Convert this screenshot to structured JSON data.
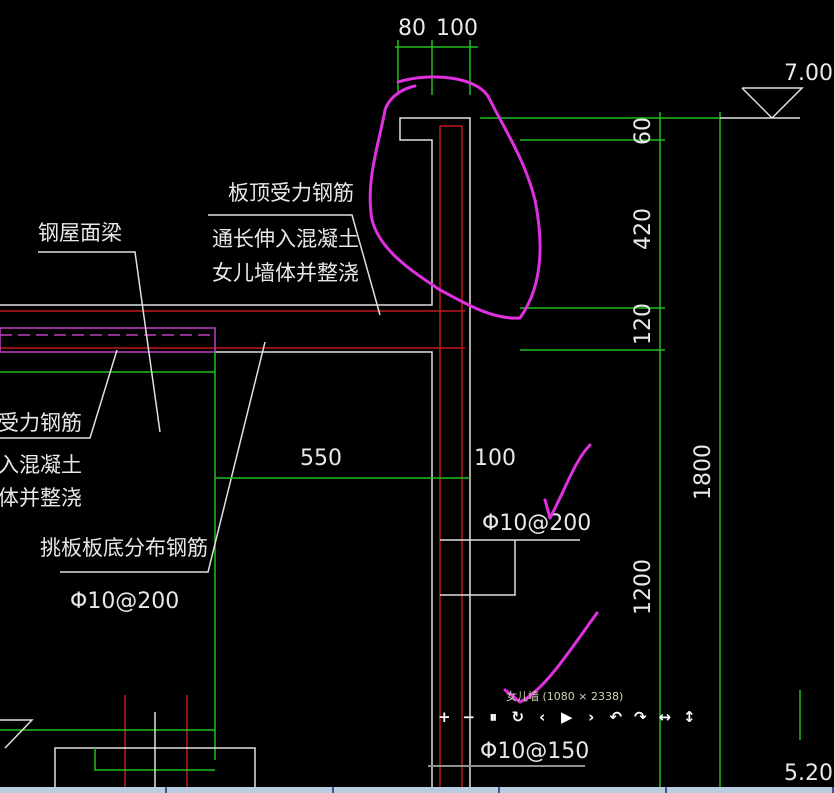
{
  "drawing": {
    "top_dim_a": "80",
    "top_dim_b": "100",
    "elevation_top": "7.00",
    "elevation_bottom": "5.20",
    "label_slab_top_rebar": "板顶受力钢筋",
    "label_extend_1": "通长伸入混凝土",
    "label_extend_2": "女儿墙体并整浇",
    "label_steel_roof_beam": "钢屋面梁",
    "label_left_rebar": "受力钢筋",
    "label_left_extend_1": "入混凝土",
    "label_left_extend_2": "体并整浇",
    "label_cantilever_bottom": "挑板板底分布钢筋",
    "spec_left": "Φ10@200",
    "dim_550": "550",
    "dim_100": "100",
    "spec_wall": "Φ10@200",
    "spec_bottom": "Φ10@150",
    "dim_60": "60",
    "dim_420": "420",
    "dim_120": "120",
    "dim_1200": "1200",
    "dim_1800": "1800"
  },
  "viewer": {
    "caption": "女儿墙 (1080 × 2338)",
    "toolbar": [
      "+",
      "−",
      "⏸",
      "↻",
      "‹",
      "▶",
      "›",
      "↶",
      "↷",
      "↔",
      "↕"
    ]
  },
  "colors": {
    "background": "#000000",
    "rebar": "#c01818",
    "dimension": "#20c020",
    "annotation": "#e030e0"
  }
}
